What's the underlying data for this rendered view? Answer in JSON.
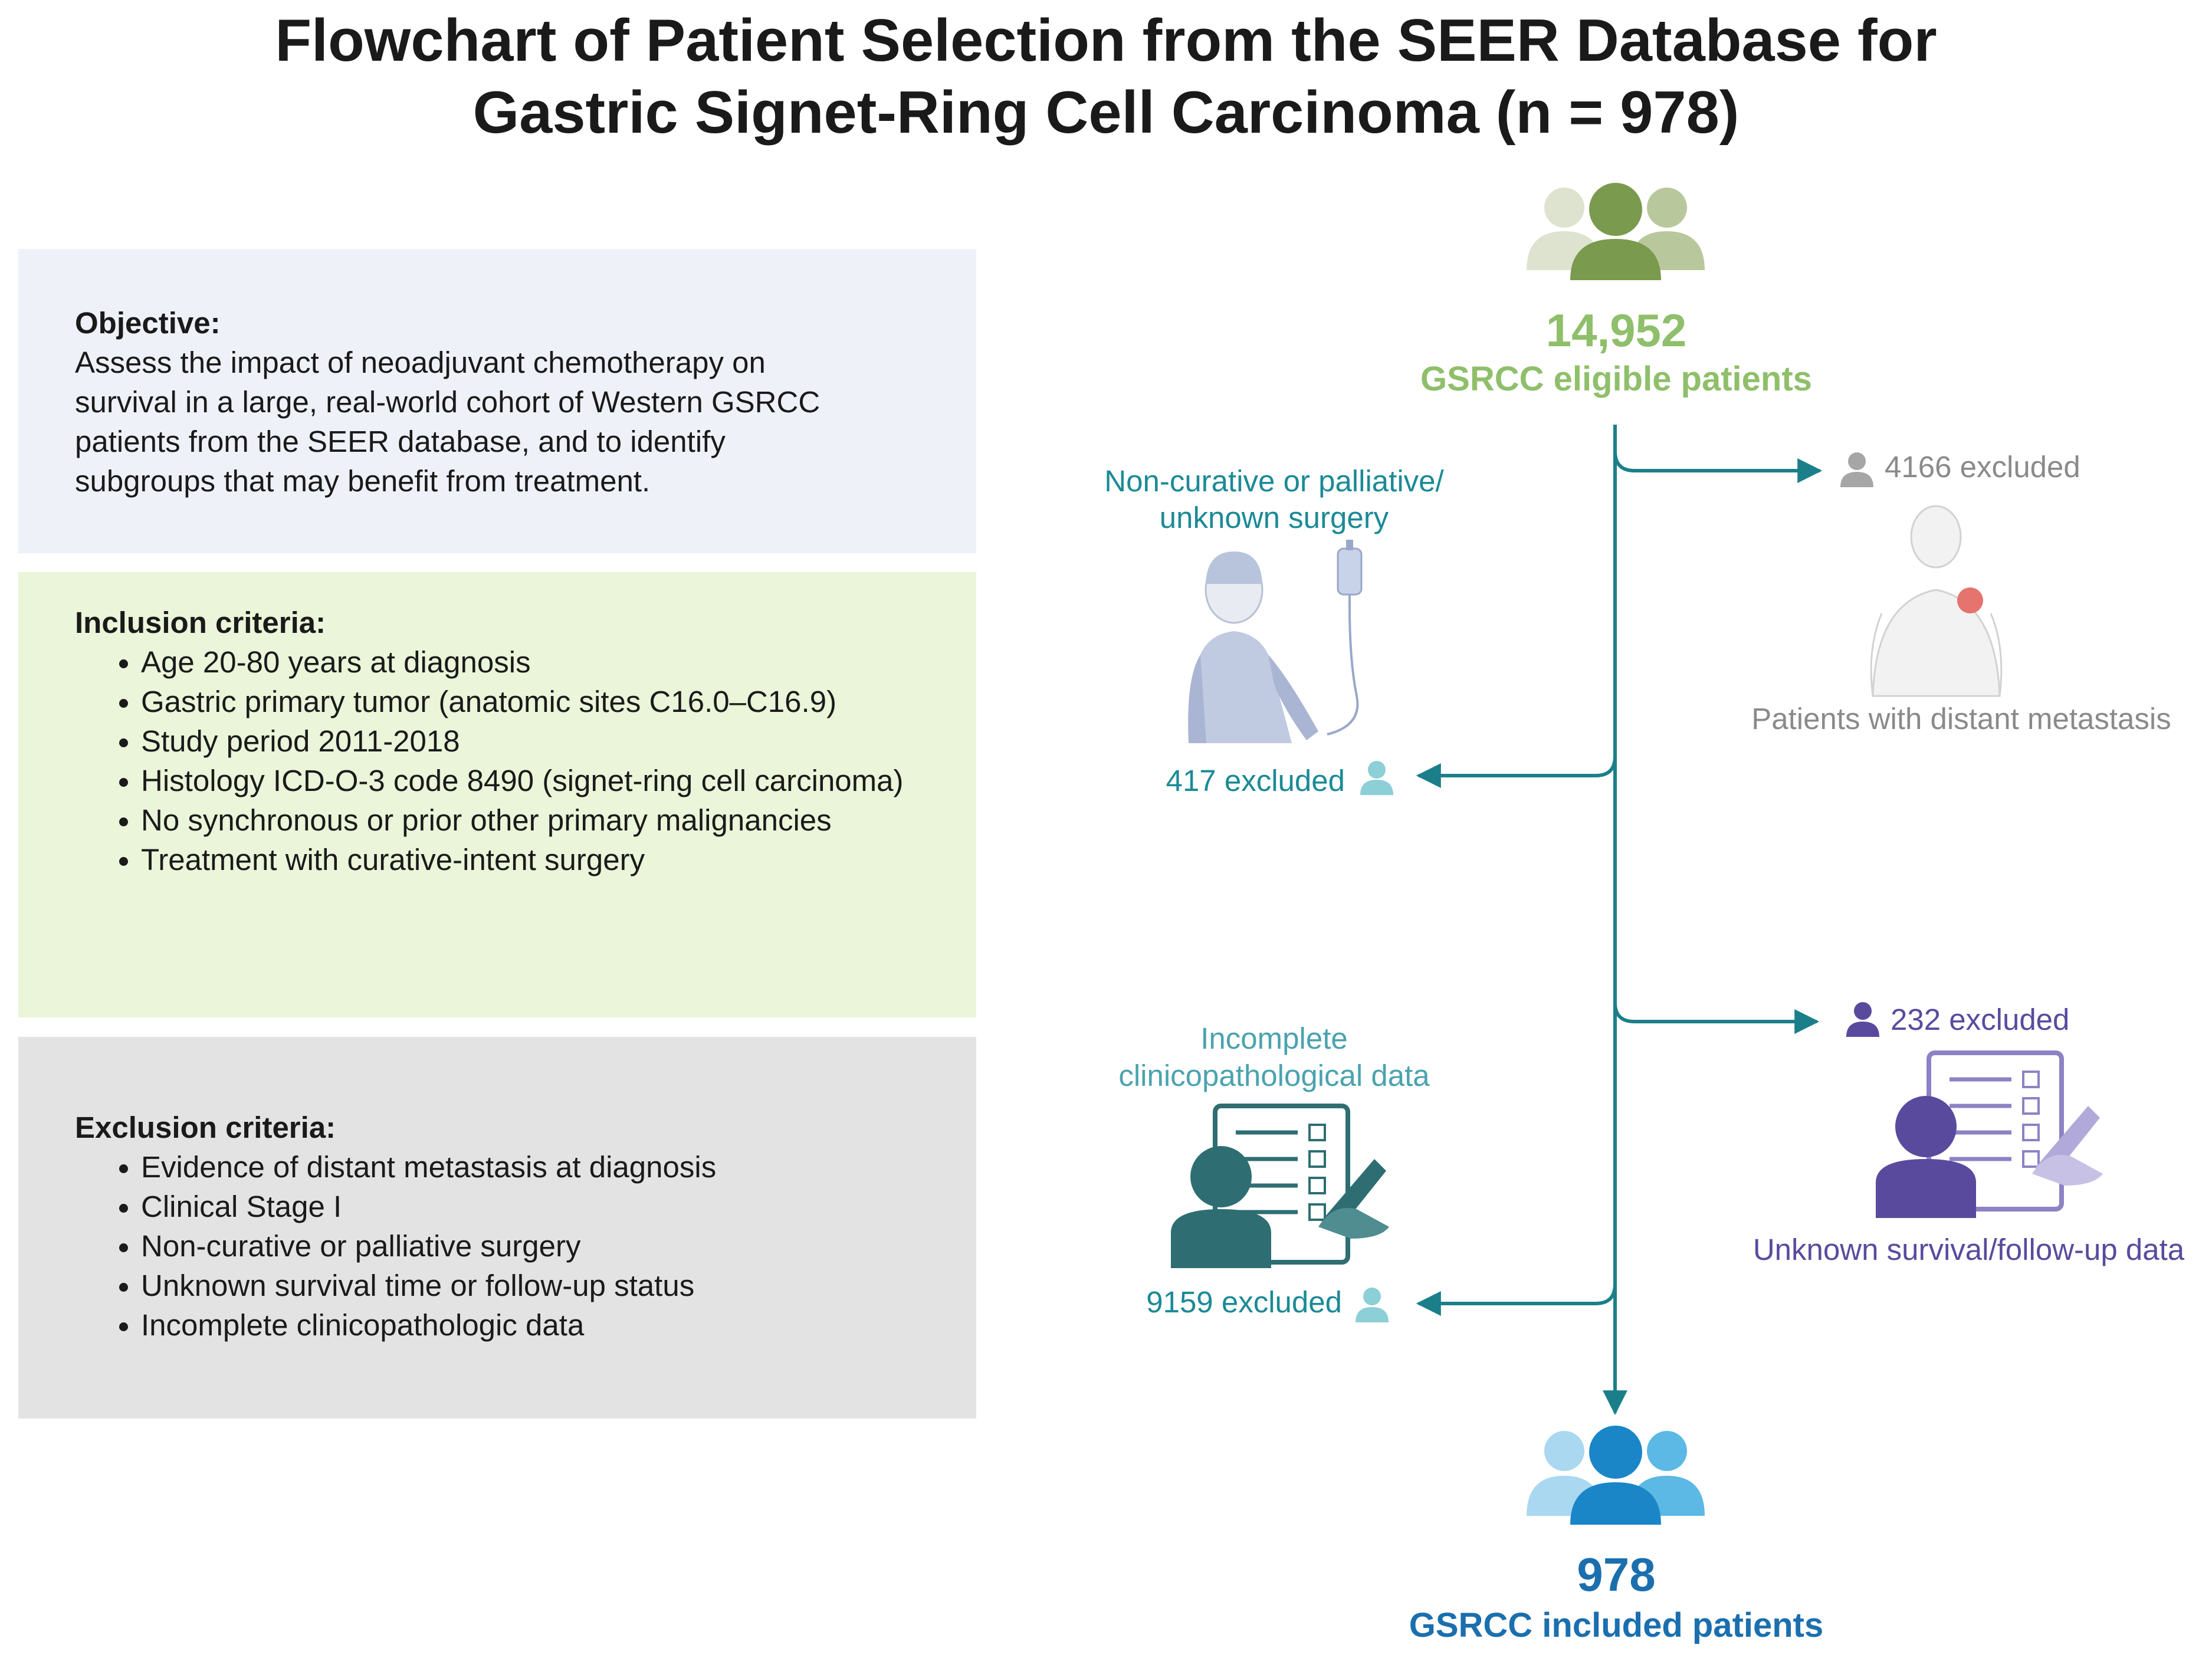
{
  "title_line1": "Flowchart of Patient Selection from the SEER Database for",
  "title_line2": "Gastric Signet-Ring Cell Carcinoma (n = 978)",
  "objective": {
    "heading": "Objective:",
    "lines": [
      "Assess the impact of neoadjuvant chemotherapy on",
      "survival in a large, real-world cohort of Western GSRCC",
      "patients from the SEER database, and to identify",
      "subgroups that may benefit from treatment."
    ]
  },
  "inclusion": {
    "heading": "Inclusion criteria:",
    "items": [
      "Age 20-80 years at diagnosis",
      "Gastric primary tumor (anatomic sites C16.0–C16.9)",
      "Study period 2011-2018",
      "Histology ICD-O-3 code 8490 (signet-ring cell carcinoma)",
      "No synchronous or prior other primary malignancies",
      "Treatment with curative-intent surgery"
    ]
  },
  "exclusion": {
    "heading": "Exclusion criteria:",
    "items": [
      "Evidence of distant metastasis at diagnosis",
      "Clinical Stage I",
      "Non-curative or palliative surgery",
      "Unknown survival time or follow-up status",
      "Incomplete clinicopathologic data"
    ]
  },
  "flow": {
    "eligible_count": "14,952",
    "eligible_label": "GSRCC eligible patients",
    "excl_metastasis_count": "4166 excluded",
    "excl_metastasis_label": "Patients with distant metastasis",
    "excl_surgery_label_1": "Non-curative or palliative/",
    "excl_surgery_label_2": "unknown surgery",
    "excl_surgery_count": "417 excluded",
    "excl_followup_count": "232 excluded",
    "excl_followup_label": "Unknown survival/follow-up data",
    "excl_incomplete_label_1": "Incomplete",
    "excl_incomplete_label_2": "clinicopathological data",
    "excl_incomplete_count": "9159 excluded",
    "included_count": "978",
    "included_label": "GSRCC included patients"
  },
  "colors": {
    "green_dark": "#7a9a4e",
    "green_light": "#8fbf6a",
    "teal": "#1b8a96",
    "gray": "#8a8a8a",
    "purple": "#5a4a9e",
    "blue": "#1a86c8",
    "blue_label": "#1b6fae",
    "line": "#1b7f8a"
  }
}
